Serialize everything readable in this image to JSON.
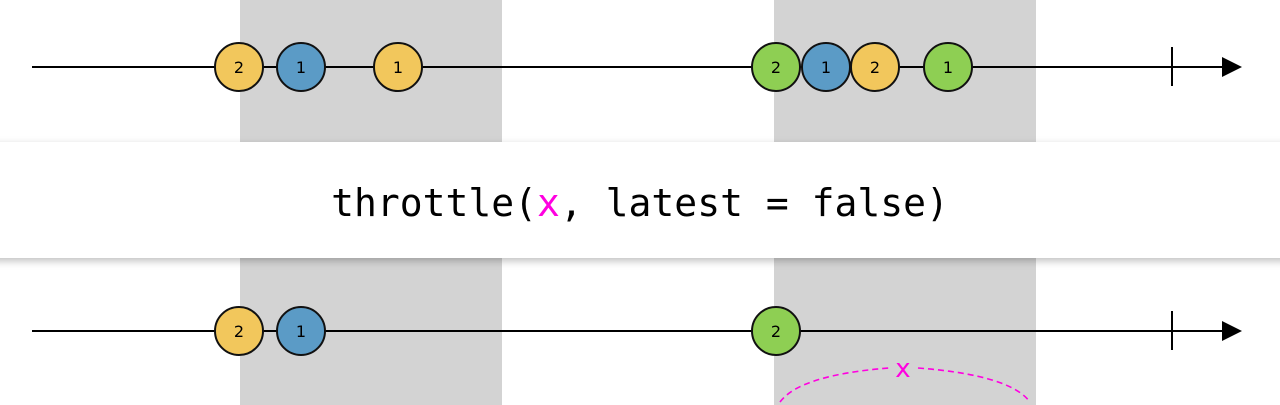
{
  "operator": {
    "prefix": "throttle(",
    "param": "x",
    "suffix": ", latest = false)"
  },
  "window_annotation": "x",
  "colors": {
    "yellow": "#f2c75c",
    "blue": "#5b9bc6",
    "green": "#8ecf53",
    "window_shade": "#d3d3d3",
    "highlight": "#ff00e0"
  },
  "input_marbles": [
    {
      "label": "2",
      "color": "yellow"
    },
    {
      "label": "1",
      "color": "blue"
    },
    {
      "label": "1",
      "color": "yellow"
    },
    {
      "label": "2",
      "color": "green"
    },
    {
      "label": "1",
      "color": "blue"
    },
    {
      "label": "2",
      "color": "yellow"
    },
    {
      "label": "1",
      "color": "green"
    }
  ],
  "output_marbles": [
    {
      "label": "2",
      "color": "yellow"
    },
    {
      "label": "1",
      "color": "blue"
    },
    {
      "label": "2",
      "color": "green"
    }
  ]
}
